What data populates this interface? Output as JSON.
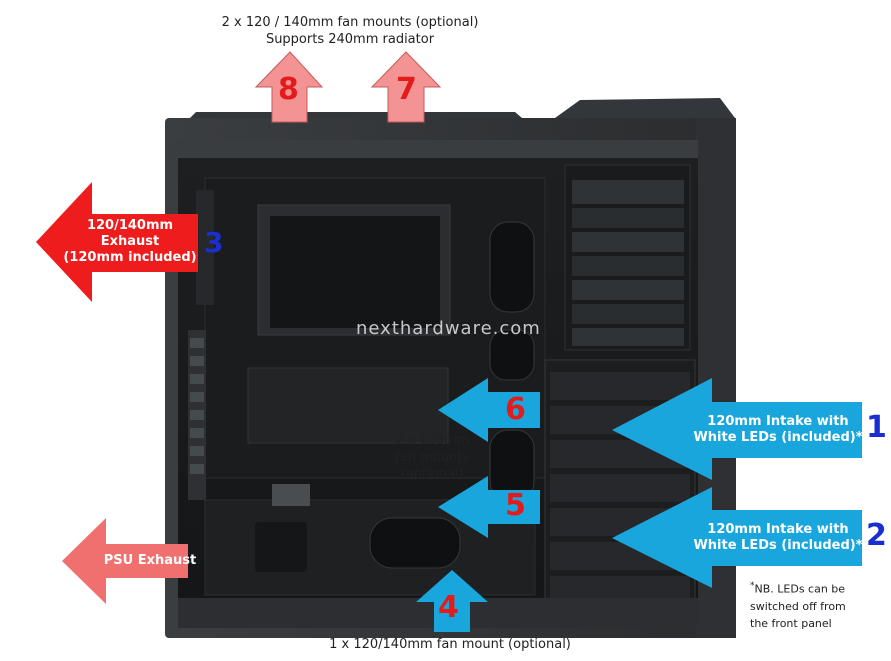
{
  "top_caption": {
    "line1": "2 x 120 / 140mm fan mounts (optional)",
    "line2": "Supports 240mm radiator"
  },
  "bottom_caption": "1 x 120/140mm fan mount (optional)",
  "middle_caption": {
    "line1": "2 x 120mm",
    "line2": "fan mounts",
    "line3": "(optional)"
  },
  "exhaust_label": {
    "line1": "120/140mm",
    "line2": "Exhaust",
    "line3": "(120mm included)"
  },
  "psu_label": "PSU Exhaust",
  "intake_1": {
    "line1": "120mm Intake with",
    "line2": "White LEDs (included)*"
  },
  "intake_2": {
    "line1": "120mm Intake with",
    "line2": "White LEDs (included)*"
  },
  "numbers": {
    "n1": "1",
    "n2": "2",
    "n3": "3",
    "n4": "4",
    "n5": "5",
    "n6": "6",
    "n7": "7",
    "n8": "8"
  },
  "note": {
    "star": "*",
    "line1": "NB. LEDs can be",
    "line2": "switched off from",
    "line3": "the front panel"
  },
  "watermark": "nexthardware.com",
  "colors": {
    "red": "#ee1c1c",
    "pink": "#f07070",
    "blue": "#19a6dc",
    "number_blue": "#1a2fd0",
    "number_red": "#e41b1b",
    "case": "#2a2c2e"
  }
}
